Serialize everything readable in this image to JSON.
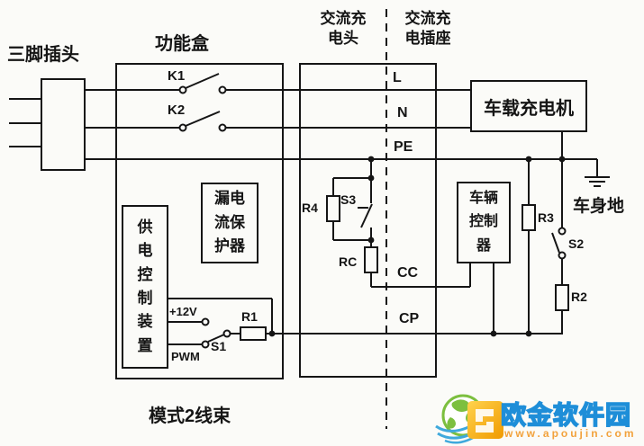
{
  "title_labels": {
    "plug": "三脚插头",
    "function_box": "功能盒",
    "charging_head": "交流充\n电头",
    "charging_socket": "交流充\n电插座",
    "mode2_harness": "模式2线束",
    "vehicle_ground": "车身地"
  },
  "boxes": {
    "onboard_charger": "车载充电机",
    "leakage_protector": "漏电\n流保\n护器",
    "supply_control": "供\n电\n控\n制\n装\n置",
    "vehicle_controller": "车辆\n控制\n器"
  },
  "wire_labels": {
    "l": "L",
    "n": "N",
    "pe": "PE",
    "cc": "CC",
    "cp": "CP"
  },
  "components": {
    "k1": "K1",
    "k2": "K2",
    "s1": "S1",
    "s2": "S2",
    "s3": "S3",
    "r1": "R1",
    "r2": "R2",
    "r3": "R3",
    "r4": "R4",
    "rc": "RC",
    "v12": "+12V",
    "pwm": "PWM"
  },
  "watermark": {
    "site": "欧金软件园",
    "url": "www.apoujin.com"
  },
  "colors": {
    "line": "#151515",
    "background": "#fbfbf8",
    "wm_blue": "#1e8ed8",
    "wm_orange": "#f5a400"
  }
}
